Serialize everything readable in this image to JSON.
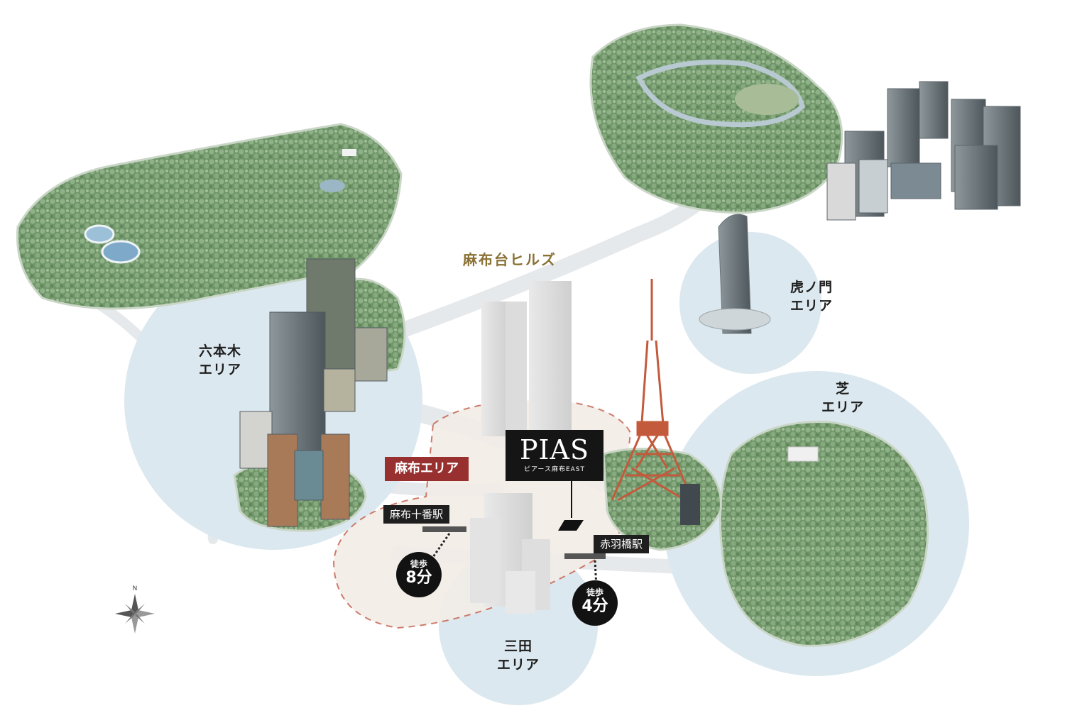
{
  "areas": {
    "roppongi": [
      "六本木",
      "エリア"
    ],
    "toranomon": [
      "虎ノ門",
      "エリア"
    ],
    "shiba": [
      "芝",
      "エリア"
    ],
    "mita": [
      "三田",
      "エリア"
    ],
    "azabu": "麻布エリア"
  },
  "landmark": {
    "hills": "麻布台ヒルズ"
  },
  "property": {
    "logo": "PIAS",
    "subtitle": "ピアース麻布EAST"
  },
  "stations": [
    {
      "name": "麻布十番駅",
      "walk_label": "徒歩",
      "walk_time": "8分"
    },
    {
      "name": "赤羽橋駅",
      "walk_label": "徒歩",
      "walk_time": "4分"
    }
  ],
  "compass": {
    "north": "N"
  },
  "colors": {
    "area_circle": "#dce8ef",
    "park": "#7fa27a",
    "azabu_tag": "#98302f",
    "hills_text": "#8a7134",
    "tower": "#c45a3c"
  }
}
